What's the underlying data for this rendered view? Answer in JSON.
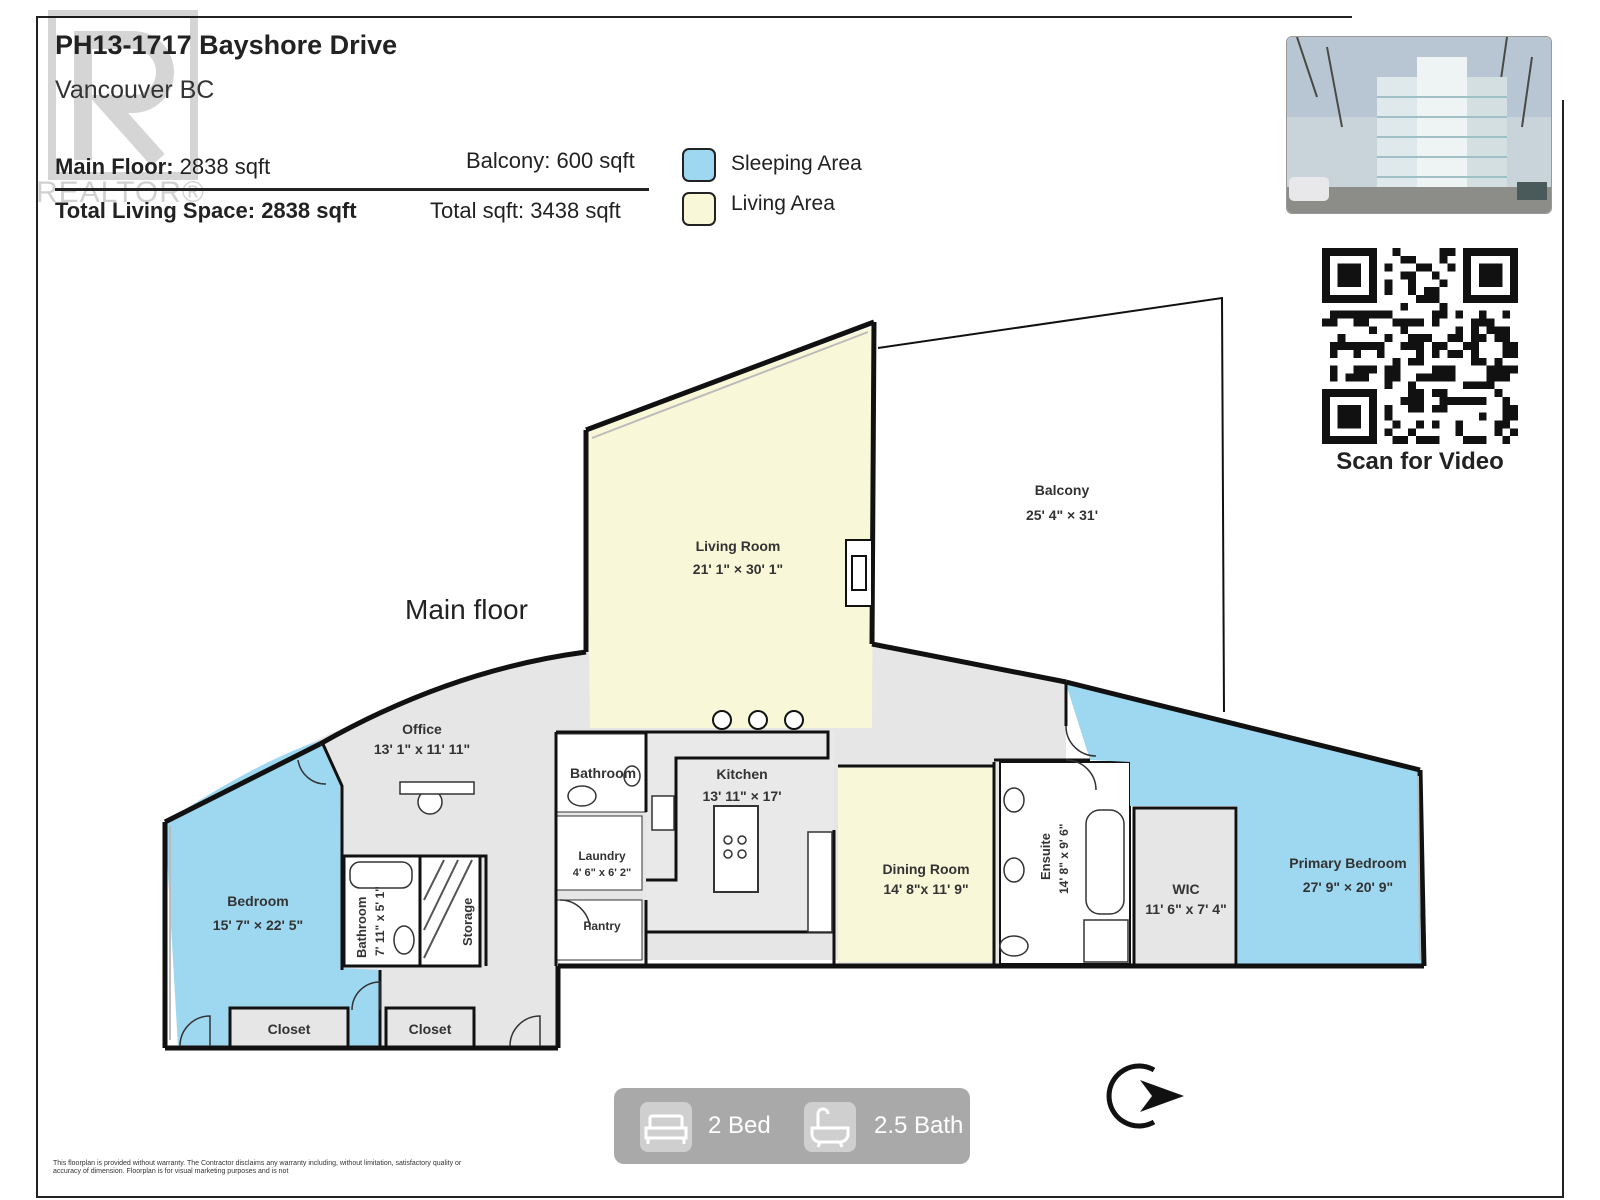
{
  "header": {
    "title": "PH13-1717 Bayshore Drive",
    "subtitle": "Vancouver BC"
  },
  "stats": {
    "main_floor_label": "Main Floor:",
    "main_floor_value": "2838 sqft",
    "balcony": "Balcony: 600 sqft",
    "total_living_label": "Total Living Space:",
    "total_living_value": "2838 sqft",
    "total_sqft": "Total sqft: 3438 sqft"
  },
  "legend": {
    "items": [
      {
        "label": "Sleeping Area",
        "color": "#9dd8f0"
      },
      {
        "label": "Living Area",
        "color": "#f8f8d8"
      }
    ]
  },
  "qr": {
    "label": "Scan for Video"
  },
  "plan": {
    "floor_label": "Main floor",
    "colors": {
      "sleeping": "#9dd8f0",
      "living": "#f8f8d8",
      "common": "#e6e6e6",
      "wall": "#111111"
    },
    "rooms": {
      "living_room": {
        "name": "Living Room",
        "dims": "21' 1\" × 30' 1\""
      },
      "balcony": {
        "name": "Balcony",
        "dims": "25' 4\" × 31'"
      },
      "office": {
        "name": "Office",
        "dims": "13' 1\" x 11' 11\""
      },
      "bathroom_top": {
        "name": "Bathroom"
      },
      "kitchen": {
        "name": "Kitchen",
        "dims": "13' 11\" × 17'"
      },
      "laundry": {
        "name": "Laundry",
        "dims": "4' 6\" x 6' 2\""
      },
      "pantry": {
        "name": "Pantry"
      },
      "dining_room": {
        "name": "Dining Room",
        "dims": "14' 8\"x 11' 9\""
      },
      "ensuite": {
        "name": "Ensuite",
        "dims": "14' 8\" x 9' 6\""
      },
      "wic": {
        "name": "WIC",
        "dims": "11' 6\" x 7' 4\""
      },
      "primary_bedroom": {
        "name": "Primary Bedroom",
        "dims": "27' 9\" × 20' 9\""
      },
      "bedroom": {
        "name": "Bedroom",
        "dims": "15' 7\" × 22' 5\""
      },
      "bathroom_side": {
        "name": "Bathroom",
        "dims": "7' 11\" x 5' 1\""
      },
      "storage": {
        "name": "Storage"
      },
      "closet_left": {
        "name": "Closet"
      },
      "closet_right": {
        "name": "Closet"
      }
    }
  },
  "summary": {
    "beds": "2 Bed",
    "baths": "2.5 Bath"
  },
  "disclaimer": "This floorplan is provided without warranty. The Contractor disclaims any warranty including, without limitation, satisfactory quality or accuracy of dimension. Floorplan is for visual marketing purposes and is not",
  "watermark": "REALTOR®"
}
